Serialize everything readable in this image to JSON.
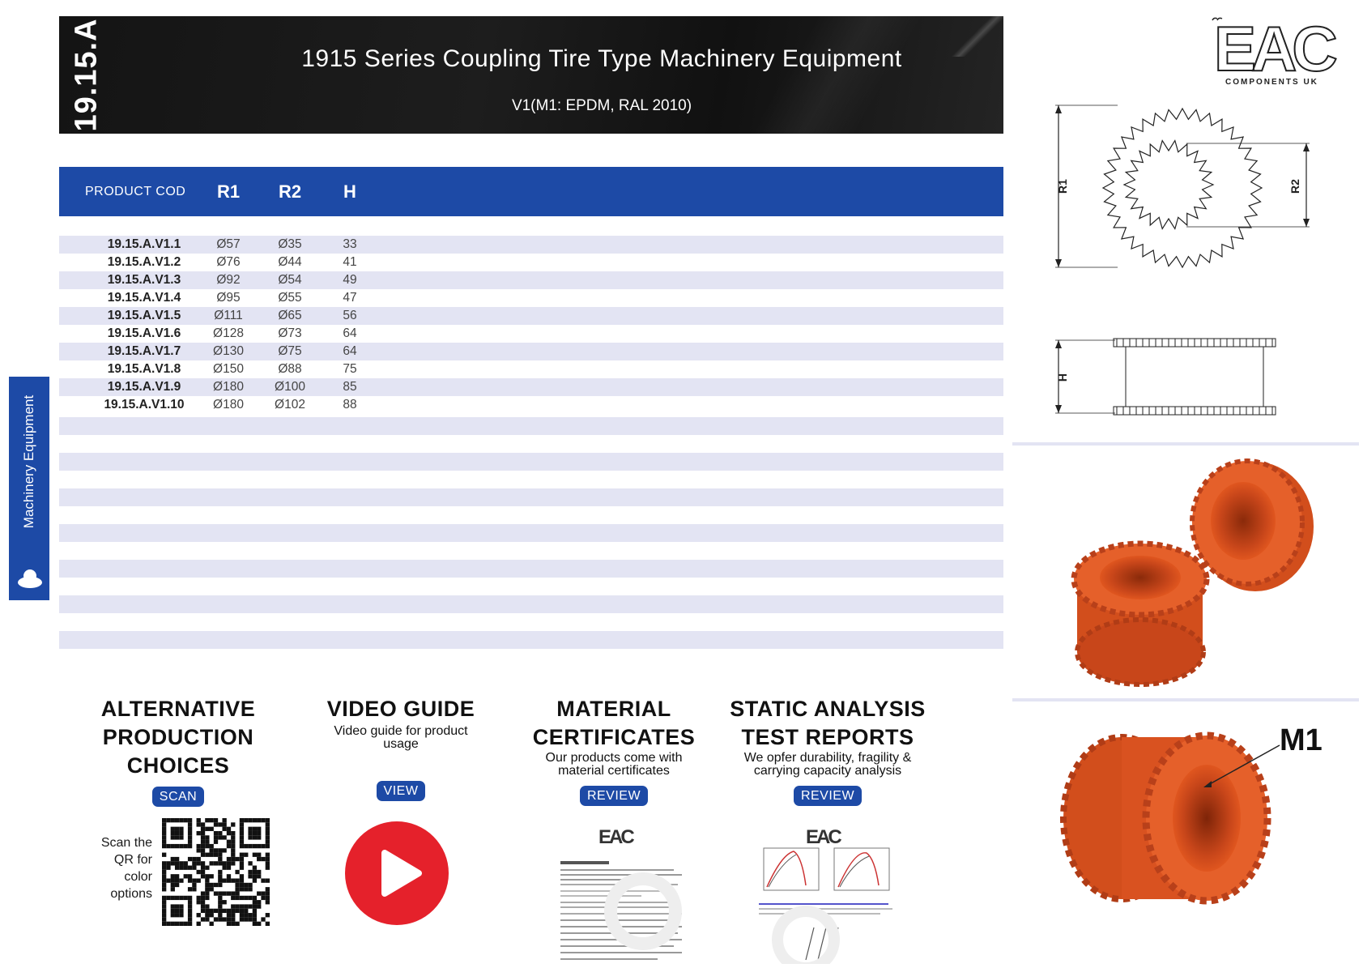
{
  "header": {
    "series_code": "19.15.A",
    "title": "1915 Series Coupling Tire Type Machinery Equipment",
    "subtitle": "V1(M1: EPDM, RAL 2010)"
  },
  "brand": {
    "logo_text": "EAC",
    "logo_subtext": "COMPONENTS UK"
  },
  "table": {
    "headers": {
      "code": "PRODUCT COD",
      "r1": "R1",
      "r2": "R2",
      "h": "H"
    },
    "rows": [
      {
        "code": "19.15.A.V1.1",
        "r1": "Ø57",
        "r2": "Ø35",
        "h": "33"
      },
      {
        "code": "19.15.A.V1.2",
        "r1": "Ø76",
        "r2": "Ø44",
        "h": "41"
      },
      {
        "code": "19.15.A.V1.3",
        "r1": "Ø92",
        "r2": "Ø54",
        "h": "49"
      },
      {
        "code": "19.15.A.V1.4",
        "r1": "Ø95",
        "r2": "Ø55",
        "h": "47"
      },
      {
        "code": "19.15.A.V1.5",
        "r1": "Ø111",
        "r2": "Ø65",
        "h": "56"
      },
      {
        "code": "19.15.A.V1.6",
        "r1": "Ø128",
        "r2": "Ø73",
        "h": "64"
      },
      {
        "code": "19.15.A.V1.7",
        "r1": "Ø130",
        "r2": "Ø75",
        "h": "64"
      },
      {
        "code": "19.15.A.V1.8",
        "r1": "Ø150",
        "r2": "Ø88",
        "h": "75"
      },
      {
        "code": "19.15.A.V1.9",
        "r1": "Ø180",
        "r2": "Ø100",
        "h": "85"
      },
      {
        "code": "19.15.A.V1.10",
        "r1": "Ø180",
        "r2": "Ø102",
        "h": "88"
      }
    ]
  },
  "side_tab": {
    "label": "Machinery Equipment"
  },
  "features": {
    "alternative": {
      "title_line1": "ALTERNATIVE",
      "title_line2": "PRODUCTION",
      "title_line3": "CHOICES",
      "button": "SCAN",
      "qr_caption": "Scan the QR for color options"
    },
    "video": {
      "title": "VIDEO GUIDE",
      "description": "Video guide for product usage",
      "button": "VIEW"
    },
    "material": {
      "title_line1": "MATERIAL",
      "title_line2": "CERTIFICATES",
      "description": "Our products come with material certificates",
      "button": "REVIEW",
      "doc_logo": "EAC"
    },
    "static": {
      "title_line1": "STATIC ANALYSIS",
      "title_line2": "TEST REPORTS",
      "description": "We opfer durability, fragility & carrying capacity analysis",
      "button": "REVIEW",
      "doc_logo": "EAC"
    }
  },
  "drawing": {
    "label_r1": "R1",
    "label_r2": "R2",
    "label_h": "H",
    "material_label": "M1",
    "part_color": "#e0561f"
  },
  "colors": {
    "accent_blue": "#1d4aa6",
    "stripe": "#e3e4f3",
    "banner": "#161616",
    "play_red": "#e5212b"
  }
}
